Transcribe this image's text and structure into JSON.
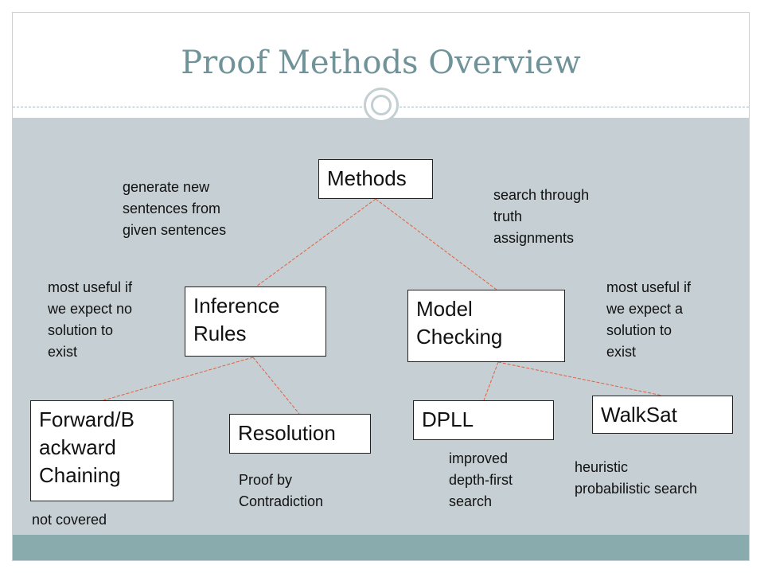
{
  "slide": {
    "title": "Proof Methods Overview"
  },
  "nodes": {
    "methods": "Methods",
    "inference_rules": "Inference\nRules",
    "model_checking": "Model\nChecking",
    "forward_backward": "Forward/B\nackward\nChaining",
    "resolution": "Resolution",
    "dpll": "DPLL",
    "walksat": "WalkSat"
  },
  "notes": {
    "inference_desc": "generate new\nsentences from\ngiven sentences",
    "model_desc": "search through\ntruth\nassignments",
    "inference_use": "most useful if\nwe expect no\nsolution to\nexist",
    "model_use": "most useful if\nwe expect a\nsolution to\nexist",
    "forward_note": "not covered",
    "resolution_note": "Proof by\nContradiction",
    "dpll_note": "improved\ndepth-first\nsearch",
    "walksat_note": "heuristic\nprobabilistic search"
  },
  "colors": {
    "title": "#6f9399",
    "body_background": "#c6cfd3",
    "footer_bar": "#8aabad",
    "connector": "#e06040"
  }
}
